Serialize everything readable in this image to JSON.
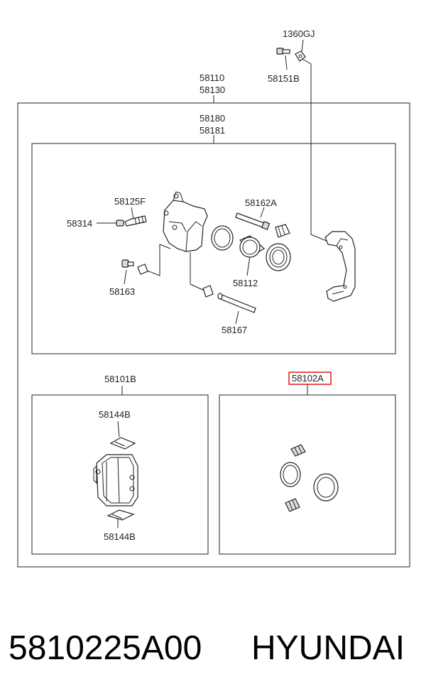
{
  "highlight_color": "#e0191f",
  "labels": {
    "l1360gj": "1360GJ",
    "l58151b": "58151B",
    "l58110": "58110",
    "l58130": "58130",
    "l58180": "58180",
    "l58181": "58181",
    "l58125f": "58125F",
    "l58314": "58314",
    "l58162a": "58162A",
    "l58112": "58112",
    "l58163": "58163",
    "l58167": "58167",
    "l58101b": "58101B",
    "l58102a": "58102A",
    "l58144b_top": "58144B",
    "l58144b_bot": "58144B"
  },
  "footer": {
    "part_number": "5810225A00",
    "brand": "HYUNDAI"
  }
}
